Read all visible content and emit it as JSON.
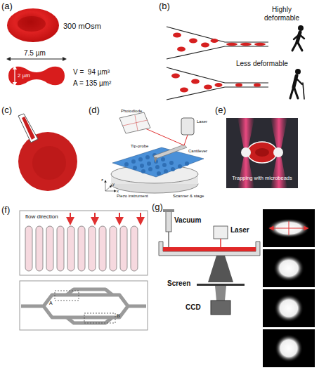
{
  "diagram": {
    "labels": [
      "(a)",
      "300 mOsm",
      "7.5 µm",
      "2 µm",
      "V =  94 µm³",
      "A = 135 µm²",
      "(b)",
      "Highly deformable",
      "Less deformable",
      "(c)",
      "(d)",
      "Photodiode",
      "Laser",
      "Tip-probe",
      "Cantilever",
      "Piezo instrument",
      "Scanner & stage",
      "x",
      "y",
      "z",
      "(e)",
      "Trapping with microbeads",
      "(f)",
      "flow direction",
      "A",
      "B",
      "(g)",
      "Vacuum",
      "Laser",
      "Screen",
      "CCD"
    ]
  }
}
